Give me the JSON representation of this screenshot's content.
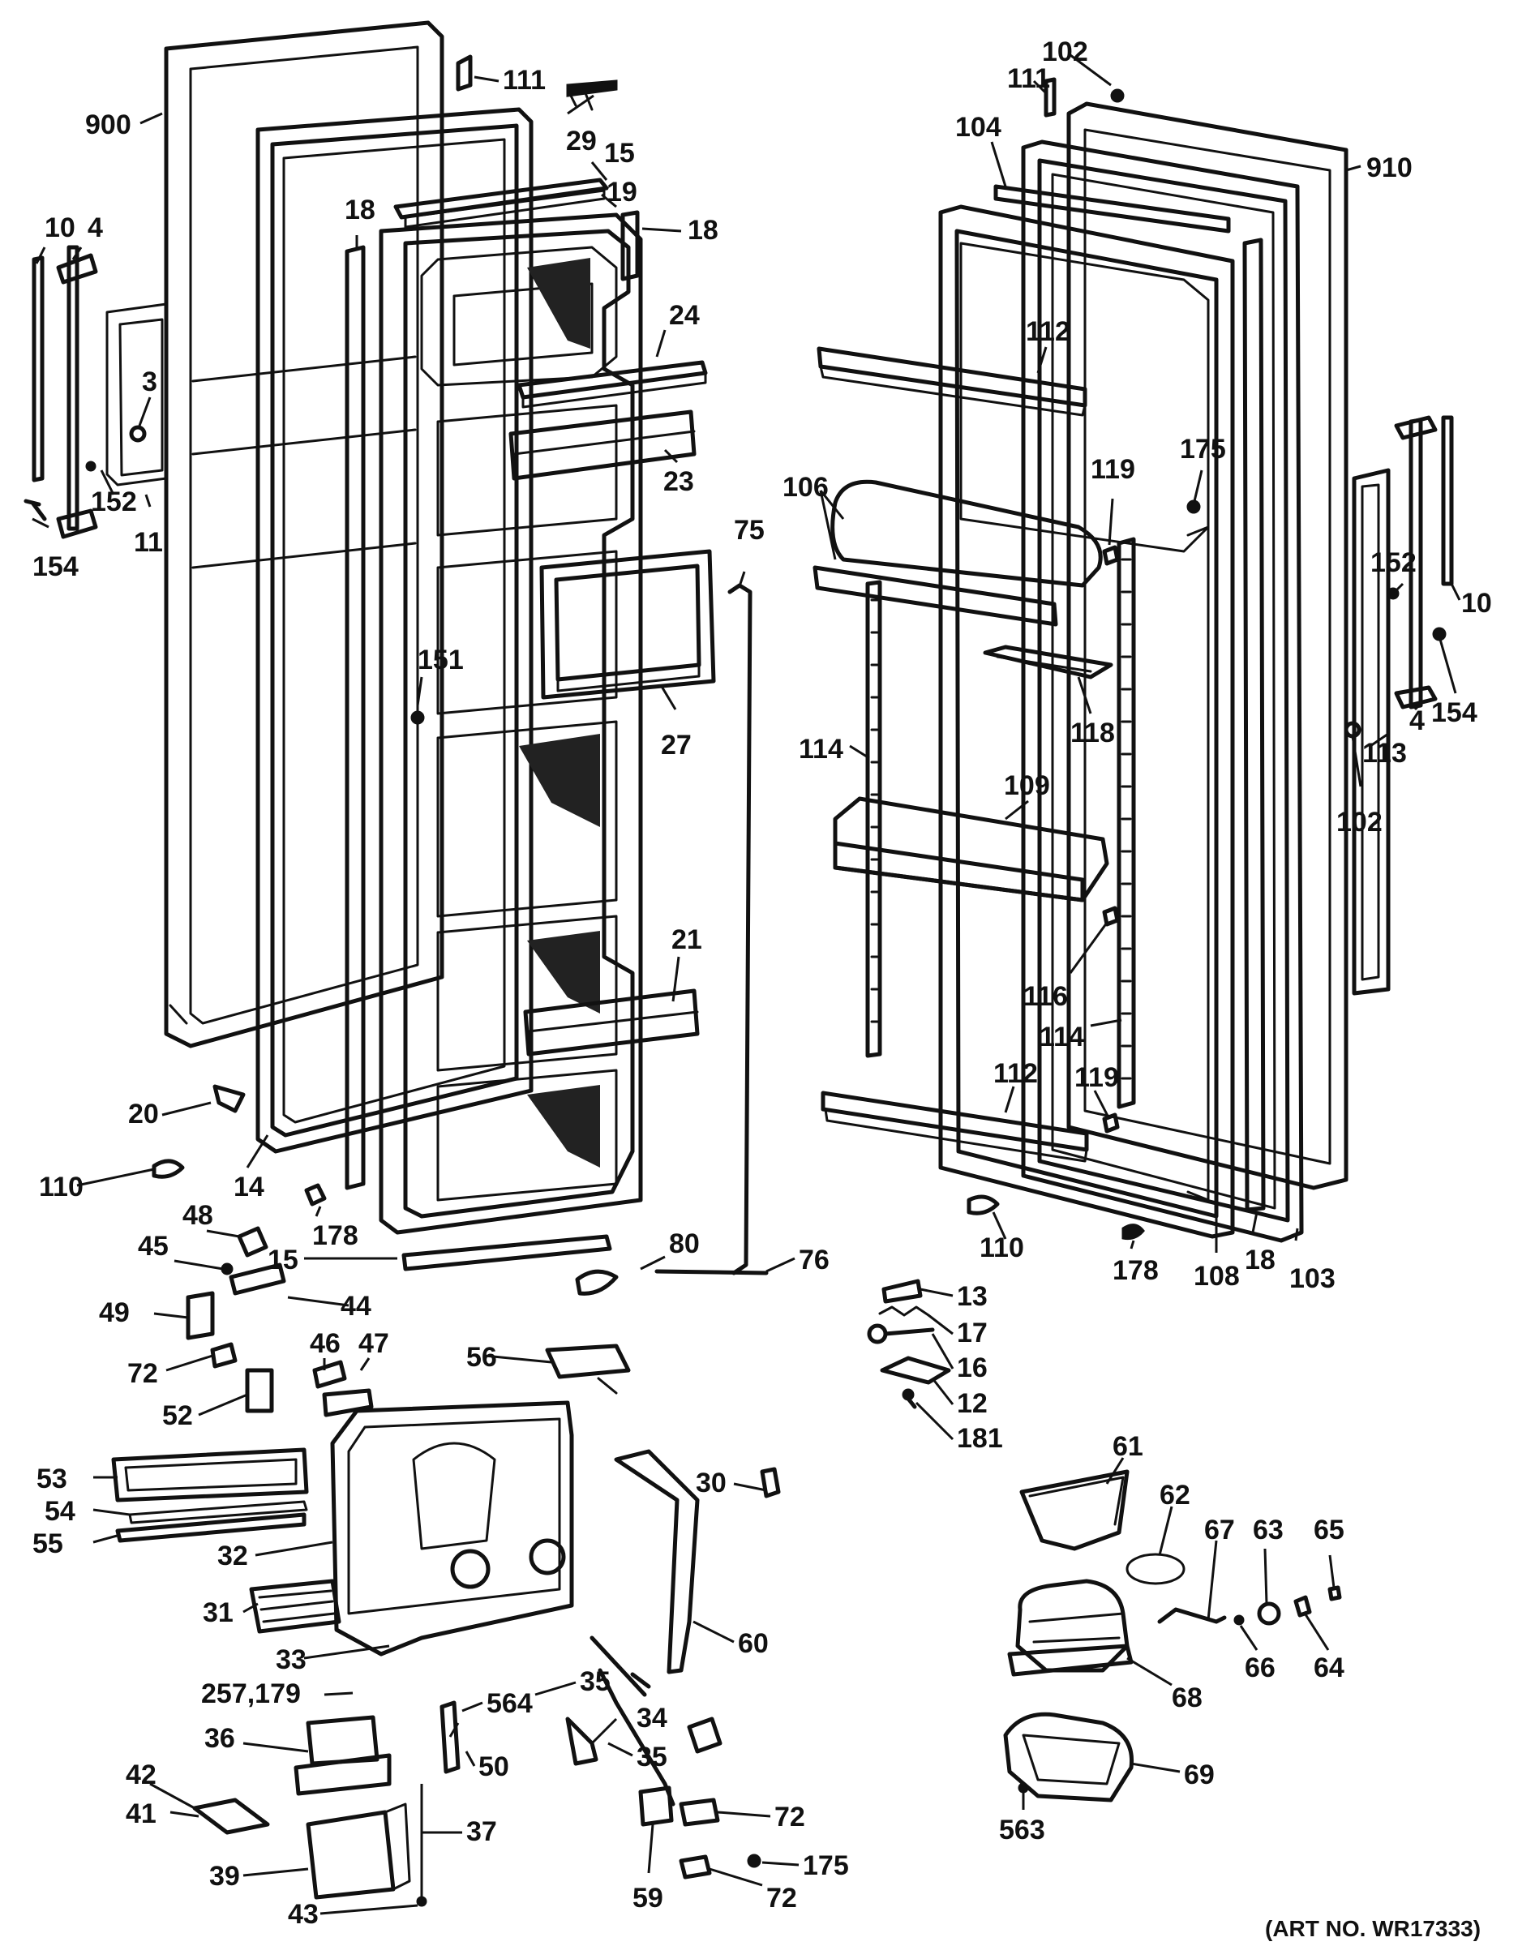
{
  "colors": {
    "ink": "#111111",
    "paper": "#ffffff"
  },
  "art_number": "(ART NO. WR17333)",
  "labels": [
    {
      "id": "900-l",
      "text": "900"
    },
    {
      "id": "111-l",
      "text": "111"
    },
    {
      "id": "29",
      "text": "29"
    },
    {
      "id": "15-top",
      "text": "15"
    },
    {
      "id": "19",
      "text": "19"
    },
    {
      "id": "18-top",
      "text": "18"
    },
    {
      "id": "18-mid",
      "text": "18"
    },
    {
      "id": "10-l",
      "text": "10"
    },
    {
      "id": "4-l",
      "text": "4"
    },
    {
      "id": "3",
      "text": "3"
    },
    {
      "id": "152-l",
      "text": "152"
    },
    {
      "id": "154-l",
      "text": "154"
    },
    {
      "id": "11",
      "text": "11"
    },
    {
      "id": "24",
      "text": "24"
    },
    {
      "id": "23",
      "text": "23"
    },
    {
      "id": "151",
      "text": "151"
    },
    {
      "id": "27",
      "text": "27"
    },
    {
      "id": "75",
      "text": "75"
    },
    {
      "id": "21",
      "text": "21"
    },
    {
      "id": "20",
      "text": "20"
    },
    {
      "id": "110-l",
      "text": "110"
    },
    {
      "id": "14",
      "text": "14"
    },
    {
      "id": "178-l",
      "text": "178"
    },
    {
      "id": "15-bot",
      "text": "15"
    },
    {
      "id": "48",
      "text": "48"
    },
    {
      "id": "45",
      "text": "45"
    },
    {
      "id": "44",
      "text": "44"
    },
    {
      "id": "49",
      "text": "49"
    },
    {
      "id": "72-a",
      "text": "72"
    },
    {
      "id": "46",
      "text": "46"
    },
    {
      "id": "47",
      "text": "47"
    },
    {
      "id": "52",
      "text": "52"
    },
    {
      "id": "56",
      "text": "56"
    },
    {
      "id": "80",
      "text": "80"
    },
    {
      "id": "76",
      "text": "76"
    },
    {
      "id": "53",
      "text": "53"
    },
    {
      "id": "54",
      "text": "54"
    },
    {
      "id": "55",
      "text": "55"
    },
    {
      "id": "32",
      "text": "32"
    },
    {
      "id": "31",
      "text": "31"
    },
    {
      "id": "30",
      "text": "30"
    },
    {
      "id": "60",
      "text": "60"
    },
    {
      "id": "33",
      "text": "33"
    },
    {
      "id": "35-a",
      "text": "35"
    },
    {
      "id": "34",
      "text": "34"
    },
    {
      "id": "35-b",
      "text": "35"
    },
    {
      "id": "257179",
      "text": "257,179"
    },
    {
      "id": "36",
      "text": "36"
    },
    {
      "id": "564",
      "text": "564"
    },
    {
      "id": "50",
      "text": "50"
    },
    {
      "id": "42",
      "text": "42"
    },
    {
      "id": "41",
      "text": "41"
    },
    {
      "id": "37",
      "text": "37"
    },
    {
      "id": "39",
      "text": "39"
    },
    {
      "id": "43",
      "text": "43"
    },
    {
      "id": "59",
      "text": "59"
    },
    {
      "id": "72-b",
      "text": "72"
    },
    {
      "id": "175-b",
      "text": "175"
    },
    {
      "id": "72-c",
      "text": "72"
    },
    {
      "id": "102-top",
      "text": "102"
    },
    {
      "id": "111-r",
      "text": "111"
    },
    {
      "id": "104",
      "text": "104"
    },
    {
      "id": "910",
      "text": "910"
    },
    {
      "id": "112-top",
      "text": "112"
    },
    {
      "id": "175-r",
      "text": "175"
    },
    {
      "id": "119-top",
      "text": "119"
    },
    {
      "id": "106",
      "text": "106"
    },
    {
      "id": "152-r",
      "text": "152"
    },
    {
      "id": "10-r",
      "text": "10"
    },
    {
      "id": "154-r",
      "text": "154"
    },
    {
      "id": "4-r",
      "text": "4"
    },
    {
      "id": "113",
      "text": "113"
    },
    {
      "id": "102-r",
      "text": "102"
    },
    {
      "id": "118",
      "text": "118"
    },
    {
      "id": "114-l",
      "text": "114"
    },
    {
      "id": "109",
      "text": "109"
    },
    {
      "id": "116",
      "text": "116"
    },
    {
      "id": "114-r",
      "text": "114"
    },
    {
      "id": "112-bot",
      "text": "112"
    },
    {
      "id": "119-bot",
      "text": "119"
    },
    {
      "id": "110-r",
      "text": "110"
    },
    {
      "id": "178-r",
      "text": "178"
    },
    {
      "id": "108",
      "text": "108"
    },
    {
      "id": "18-r",
      "text": "18"
    },
    {
      "id": "103",
      "text": "103"
    },
    {
      "id": "13",
      "text": "13"
    },
    {
      "id": "17",
      "text": "17"
    },
    {
      "id": "16",
      "text": "16"
    },
    {
      "id": "12",
      "text": "12"
    },
    {
      "id": "181",
      "text": "181"
    },
    {
      "id": "61",
      "text": "61"
    },
    {
      "id": "62",
      "text": "62"
    },
    {
      "id": "67",
      "text": "67"
    },
    {
      "id": "63",
      "text": "63"
    },
    {
      "id": "65",
      "text": "65"
    },
    {
      "id": "66",
      "text": "66"
    },
    {
      "id": "64",
      "text": "64"
    },
    {
      "id": "68",
      "text": "68"
    },
    {
      "id": "69",
      "text": "69"
    },
    {
      "id": "563",
      "text": "563"
    }
  ]
}
